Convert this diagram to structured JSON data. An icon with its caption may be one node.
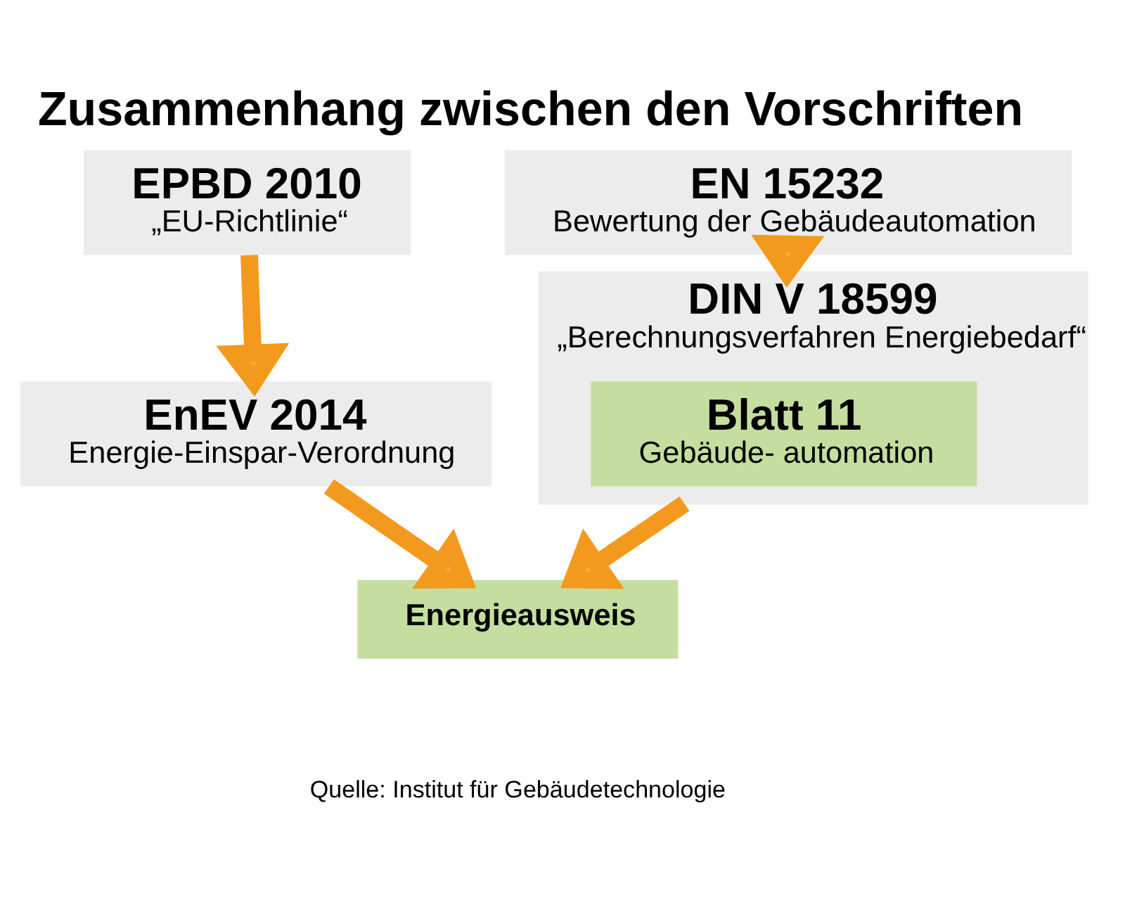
{
  "diagram": {
    "title": "Zusammenhang zwischen den Vorschriften",
    "caption": "Quelle: Institut für Gebäudetechnologie",
    "nodes": [
      {
        "text": [
          "EPBD 2010",
          "„EU-Richtlinie“"
        ]
      },
      {
        "text": [
          "EN 15232",
          "Bewertung der Gebäudeautomation"
        ]
      },
      {
        "text": [
          "DIN V 18599",
          "„Berechnungsverfahren Energiebedarf“"
        ]
      },
      {
        "text": [
          "Blatt 11",
          "Gebäude- automation"
        ],
        "in": 2
      },
      {
        "text": [
          "EnEV 2014",
          "Energie-Einspar-Verordnung"
        ]
      },
      {
        "text": [
          "Energieausweis"
        ]
      }
    ],
    "edges": [
      {
        "from": 0,
        "to": 4,
        "arrow": "to"
      },
      {
        "from": 1,
        "to": 2,
        "arrow": "to"
      },
      {
        "from": 2,
        "to": 5,
        "arrow": "to"
      },
      {
        "from": 4,
        "to": 5,
        "arrow": "to"
      }
    ]
  }
}
